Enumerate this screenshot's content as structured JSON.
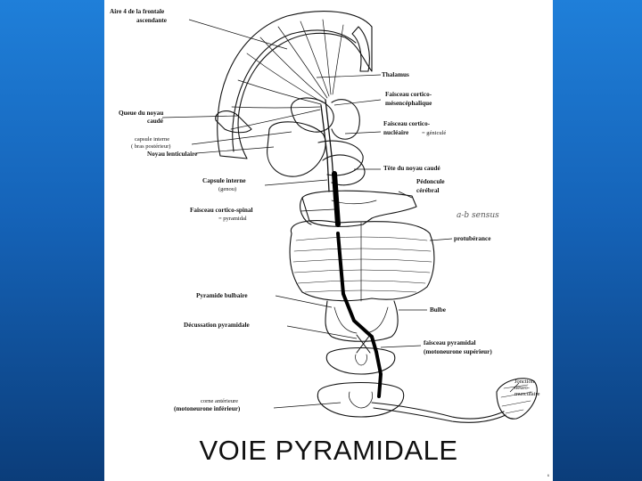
{
  "caption": "VOIE PYRAMIDALE",
  "labels": {
    "aire4_l1": "Aire 4 de la frontale",
    "aire4_l2": "ascendante",
    "thalamus": "Thalamus",
    "fcm_l1": "Faisceau cortico-",
    "fcm_l2": "mésencéphalique",
    "queue_l1": "Queue du noyau",
    "queue_l2": "caudé",
    "fcn_l1": "Faisceau cortico-",
    "fcn_l2": "nucléaire",
    "fcn_l3": "= géniculé",
    "cip_l1": "capsule interne",
    "cip_l2": "( bras postérieur)",
    "noyau_lent": "Noyau lenticulaire",
    "tete_caude": "Tête du noyau caudé",
    "cig_l1": "Capsule interne",
    "cig_l2": "(genou)",
    "ped_l1": "Pédoncule",
    "ped_l2": "cérébral",
    "fcs_l1": "Faisceau cortico-spinal",
    "fcs_l2": "= pyramidal",
    "handwritten": "a-b sensus",
    "protuberance": "protubérance",
    "pyr_bulb": "Pyramide bulbaire",
    "bulbe": "Bulbe",
    "decussation": "Décussation pyramidale",
    "fp_l1": "faisceau pyramidal",
    "fp_l2": "(motoneurone supérieur)",
    "jonction_l1": "Jonction",
    "jonction_l2": "neuro-",
    "jonction_l3": "musculaire",
    "corne_l1": "corne antérieure",
    "corne_l2": "(motoneurone inférieur)"
  },
  "page_number": "6"
}
